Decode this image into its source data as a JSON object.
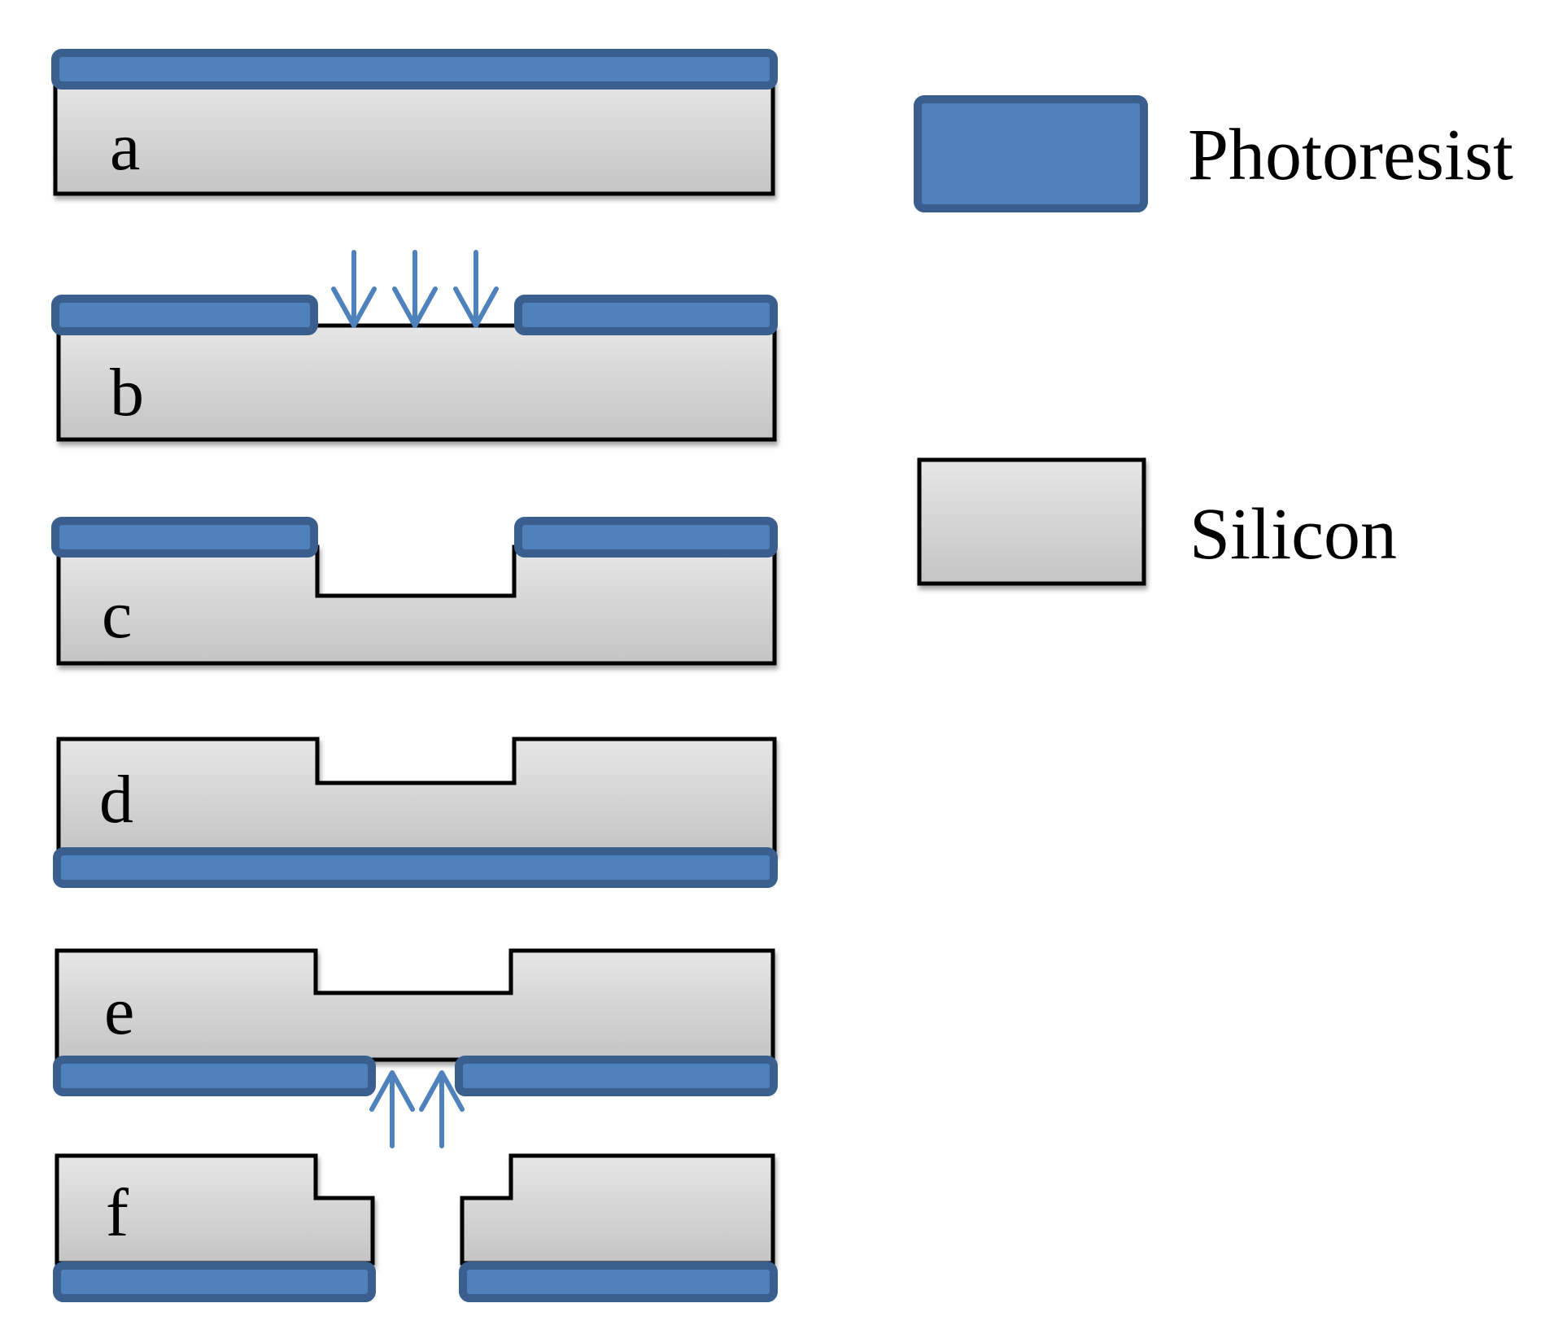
{
  "steps": [
    {
      "label": "a"
    },
    {
      "label": "b"
    },
    {
      "label": "c"
    },
    {
      "label": "d"
    },
    {
      "label": "e"
    },
    {
      "label": "f"
    }
  ],
  "legend": {
    "photoresist_label": "Photoresist",
    "silicon_label": "Silicon"
  },
  "colors": {
    "photoresist_fill": "#4F81BD",
    "photoresist_border": "#3A5F8F",
    "silicon_light": "#E6E6E6",
    "silicon_dark": "#C4C4C4",
    "arrow": "#4F81BD",
    "outline": "#000000",
    "background": "#FFFFFF"
  }
}
